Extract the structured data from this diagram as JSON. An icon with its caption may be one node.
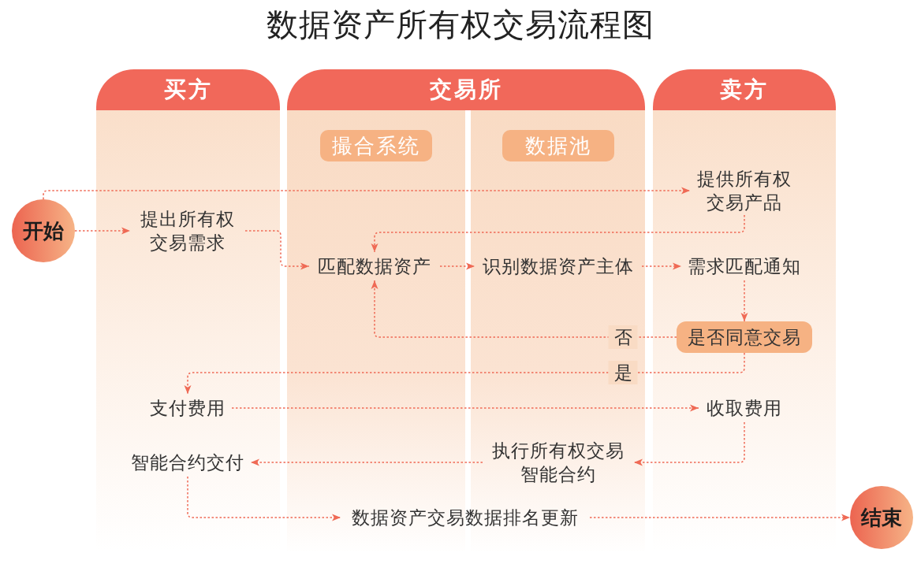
{
  "diagram": {
    "title": "数据资产所有权交易流程图",
    "nodes": [
      {
        "text": [
          "买方"
        ]
      },
      {
        "text": [
          "交易所"
        ]
      },
      {
        "text": [
          "撮合系统"
        ],
        "in": 1
      },
      {
        "text": [
          "数据池"
        ],
        "in": 1
      },
      {
        "text": [
          "卖方"
        ]
      },
      {
        "text": [
          "开始"
        ]
      },
      {
        "text": [
          "提出所有权交易需求"
        ],
        "in": 0
      },
      {
        "text": [
          "提供所有权交易产品"
        ],
        "in": 4
      },
      {
        "text": [
          "匹配数据资产"
        ],
        "in": 2
      },
      {
        "text": [
          "识别数据资产主体"
        ],
        "in": 3
      },
      {
        "text": [
          "需求匹配通知"
        ],
        "in": 4
      },
      {
        "text": [
          "是否同意交易"
        ],
        "in": 4
      },
      {
        "text": [
          "支付费用"
        ],
        "in": 0
      },
      {
        "text": [
          "收取费用"
        ],
        "in": 4
      },
      {
        "text": [
          "执行所有权交易智能合约"
        ],
        "in": 3
      },
      {
        "text": [
          "智能合约交付"
        ],
        "in": 0
      },
      {
        "text": [
          "数据资产交易数据排名更新"
        ],
        "in": 1
      },
      {
        "text": [
          "结束"
        ]
      }
    ],
    "edges": [
      {
        "from": 5,
        "to": 6,
        "arrow": "to"
      },
      {
        "from": 5,
        "to": 7,
        "arrow": "to"
      },
      {
        "from": 6,
        "to": 8,
        "arrow": "to"
      },
      {
        "from": 7,
        "to": 8,
        "arrow": "to"
      },
      {
        "from": 8,
        "to": 9,
        "arrow": "to"
      },
      {
        "from": 9,
        "to": 10,
        "arrow": "to"
      },
      {
        "from": 10,
        "to": 11,
        "arrow": "to"
      },
      {
        "from": 11,
        "to": 8,
        "arrow": "to",
        "label": "否"
      },
      {
        "from": 11,
        "to": 12,
        "arrow": "to",
        "label": "是"
      },
      {
        "from": 12,
        "to": 13,
        "arrow": "to"
      },
      {
        "from": 13,
        "to": 14,
        "arrow": "to"
      },
      {
        "from": 14,
        "to": 15,
        "arrow": "to"
      },
      {
        "from": 15,
        "to": 16,
        "arrow": "to"
      },
      {
        "from": 16,
        "to": 17,
        "arrow": "to"
      }
    ]
  }
}
